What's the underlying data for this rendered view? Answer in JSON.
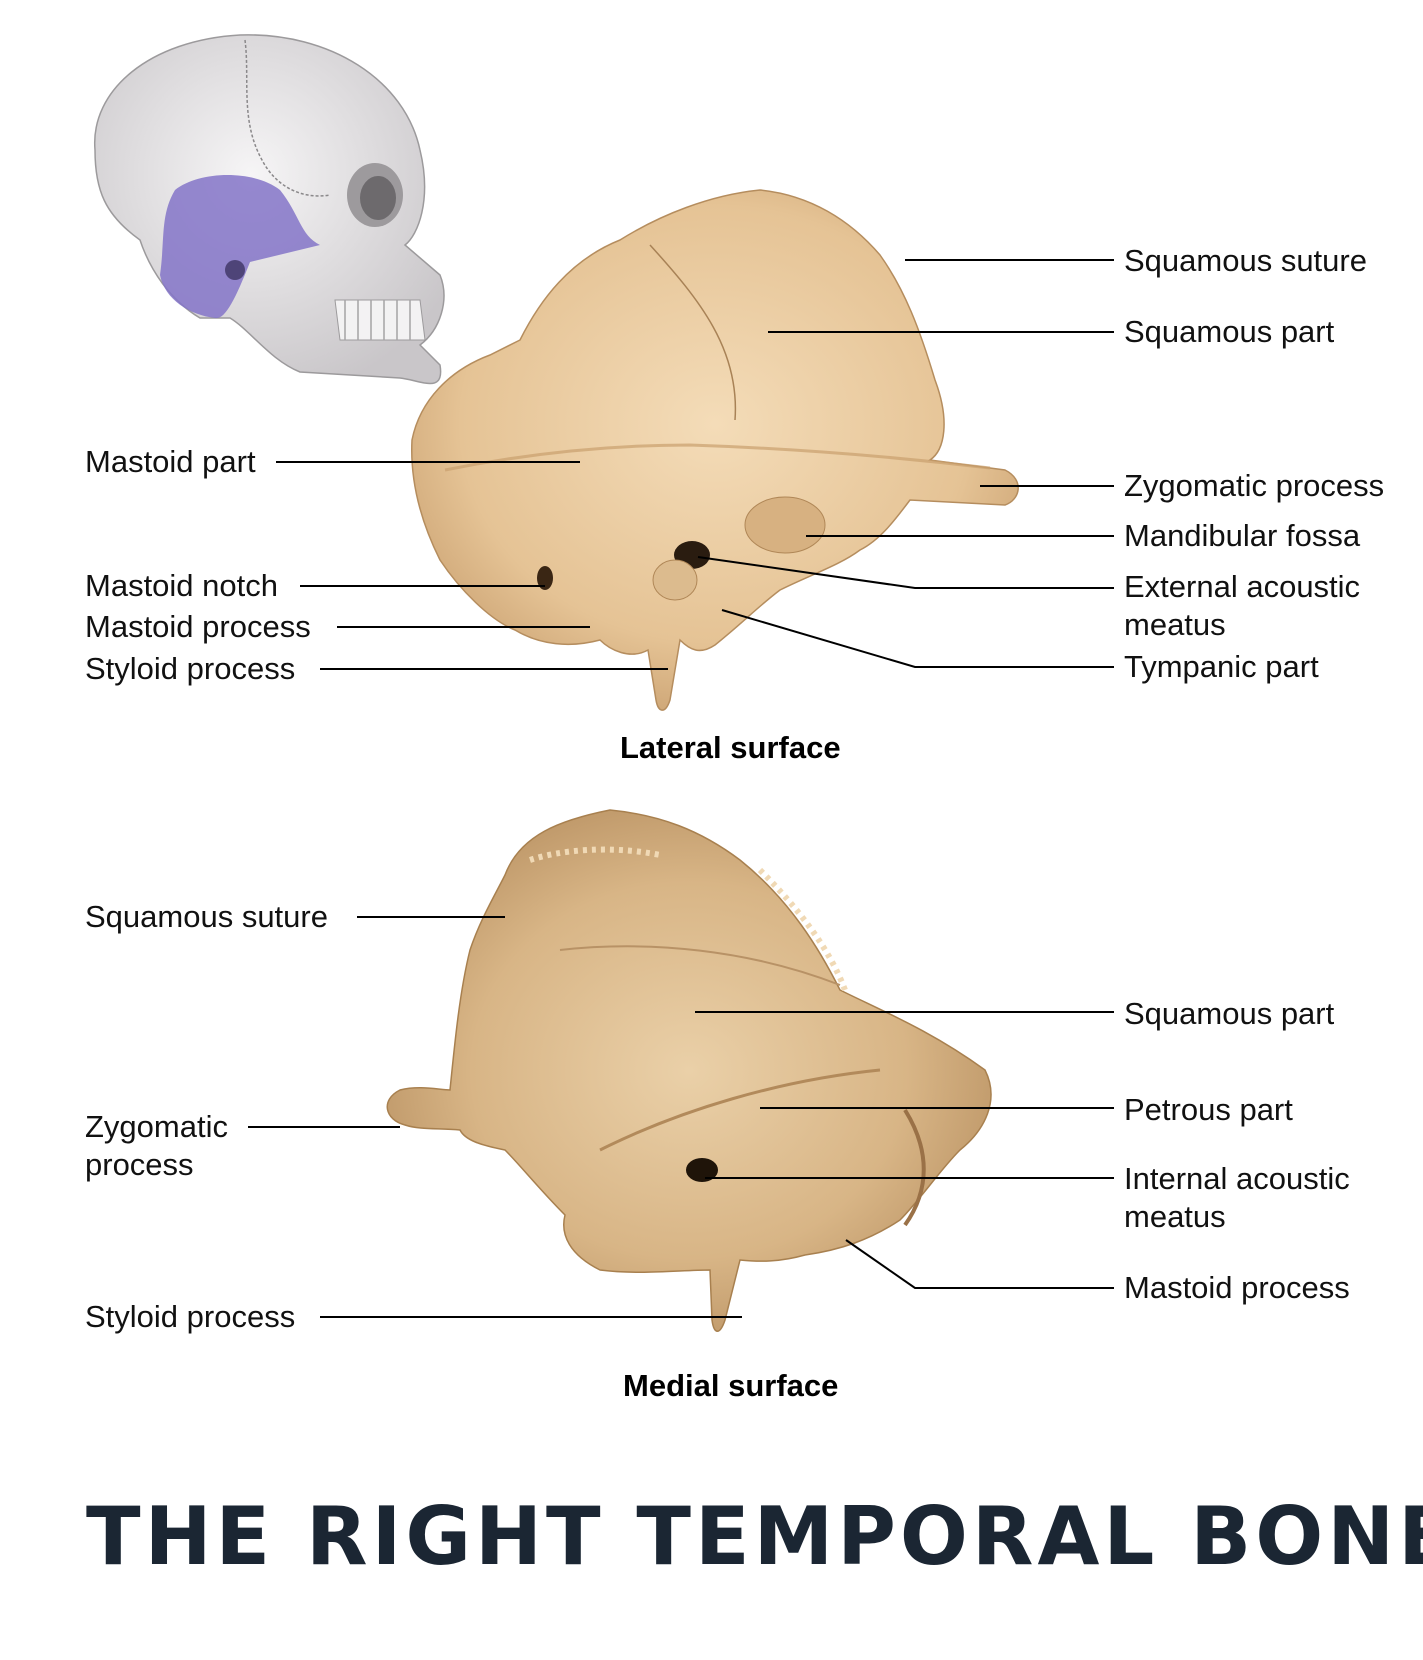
{
  "title": "THE RIGHT TEMPORAL BONE",
  "colors": {
    "bone": "#e8c9a0",
    "bone_shadow": "#c9a273",
    "skull": "#e6e4e6",
    "highlight": "#8474c8",
    "title": "#1b2633",
    "leader": "#000000"
  },
  "lateral": {
    "caption": "Lateral surface",
    "labels": {
      "squamous_suture": "Squamous suture",
      "squamous_part": "Squamous part",
      "zygomatic_process": "Zygomatic process",
      "mandibular_fossa": "Mandibular fossa",
      "external_acoustic_meatus_1": "External acoustic",
      "external_acoustic_meatus_2": "meatus",
      "tympanic_part": "Tympanic part",
      "mastoid_part": "Mastoid part",
      "mastoid_notch": "Mastoid notch",
      "mastoid_process": "Mastoid process",
      "styloid_process": "Styloid process"
    }
  },
  "medial": {
    "caption": "Medial surface",
    "labels": {
      "squamous_suture": "Squamous suture",
      "squamous_part": "Squamous part",
      "petrous_part": "Petrous part",
      "internal_acoustic_meatus_1": "Internal acoustic",
      "internal_acoustic_meatus_2": "meatus",
      "mastoid_process": "Mastoid process",
      "zygomatic_process_1": "Zygomatic",
      "zygomatic_process_2": "process",
      "styloid_process": "Styloid process"
    }
  }
}
